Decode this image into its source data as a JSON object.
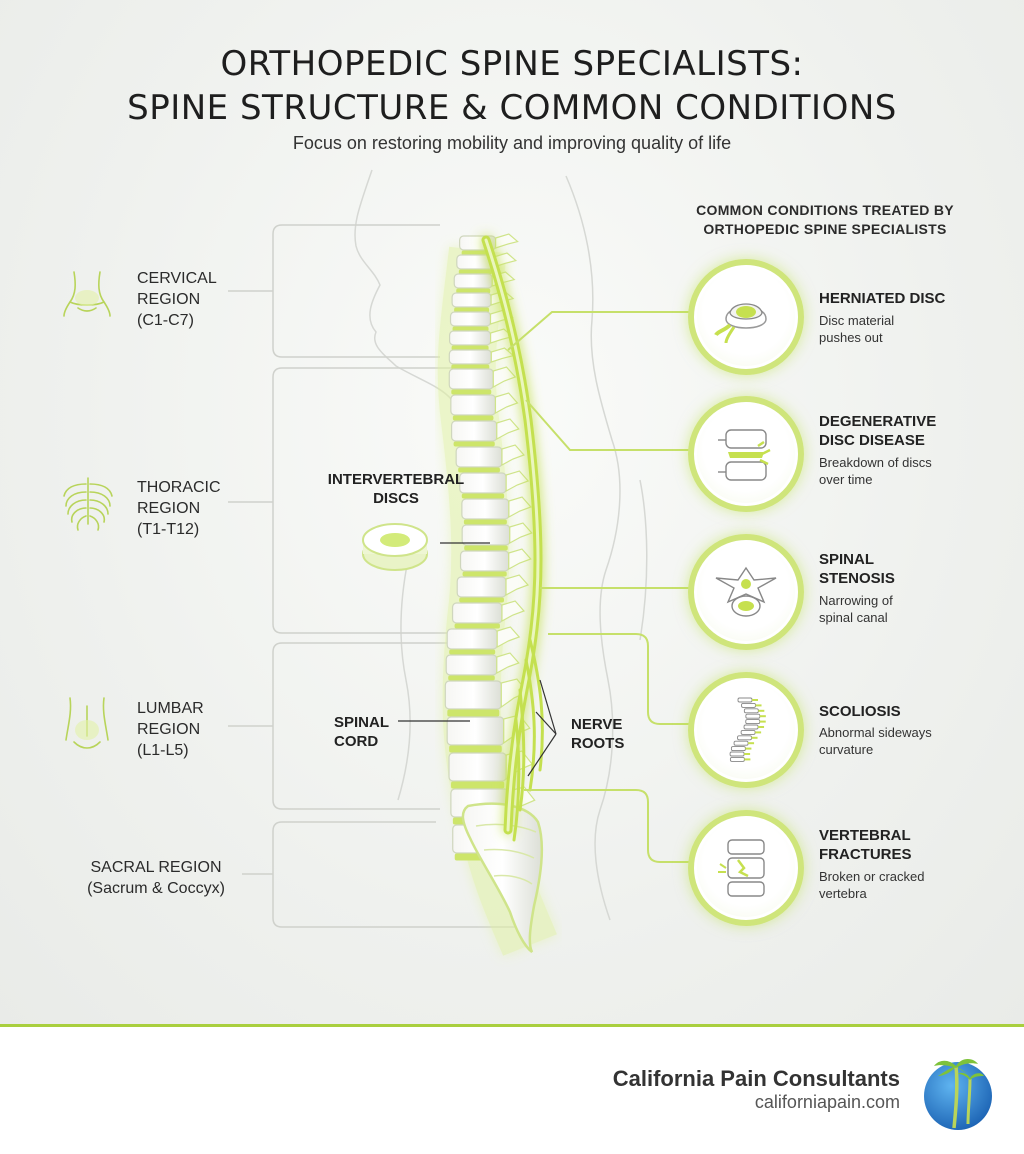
{
  "header": {
    "title_line1": "ORTHOPEDIC SPINE SPECIALISTS:",
    "title_line2": "SPINE STRUCTURE & COMMON CONDITIONS",
    "subtitle": "Focus on restoring mobility and improving quality of life"
  },
  "regions": [
    {
      "line1": "CERVICAL",
      "line2": "REGION",
      "line3": "(C1-C7)",
      "icon": "neck-icon"
    },
    {
      "line1": "THORACIC",
      "line2": "REGION",
      "line3": "(T1-T12)",
      "icon": "ribcage-icon"
    },
    {
      "line1": "LUMBAR",
      "line2": "REGION",
      "line3": "(L1-L5)",
      "icon": "lower-back-icon"
    },
    {
      "line1": "SACRAL REGION",
      "line2": "(Sacrum & Coccyx)"
    }
  ],
  "callouts": {
    "discs": {
      "line1": "INTERVERTEBRAL",
      "line2": "DISCS"
    },
    "cord": {
      "line1": "SPINAL",
      "line2": "CORD"
    },
    "nerves": {
      "line1": "NERVE",
      "line2": "ROOTS"
    }
  },
  "conditions_heading": {
    "line1": "COMMON CONDITIONS TREATED BY",
    "line2": "ORTHOPEDIC SPINE SPECIALISTS"
  },
  "conditions": [
    {
      "title1": "HERNIATED DISC",
      "title2": "",
      "desc1": "Disc material",
      "desc2": "pushes out",
      "icon": "herniated-disc-icon"
    },
    {
      "title1": "DEGENERATIVE",
      "title2": "DISC DISEASE",
      "desc1": "Breakdown of discs",
      "desc2": "over time",
      "icon": "degenerative-disc-icon"
    },
    {
      "title1": "SPINAL",
      "title2": "STENOSIS",
      "desc1": "Narrowing of",
      "desc2": "spinal canal",
      "icon": "stenosis-icon"
    },
    {
      "title1": "SCOLIOSIS",
      "title2": "",
      "desc1": "Abnormal sideways",
      "desc2": "curvature",
      "icon": "scoliosis-icon"
    },
    {
      "title1": "VERTEBRAL",
      "title2": "FRACTURES",
      "desc1": "Broken or cracked",
      "desc2": "vertebra",
      "icon": "fracture-icon"
    }
  ],
  "footer": {
    "brand": "California Pain Consultants",
    "url": "californiapain.com",
    "logo_icon": "palm-tree-globe-icon"
  },
  "colors": {
    "accent_green": "#c9e36a",
    "accent_dark": "#9cc13a",
    "footer_line": "#a9cf3e",
    "text": "#2b2b2b"
  }
}
